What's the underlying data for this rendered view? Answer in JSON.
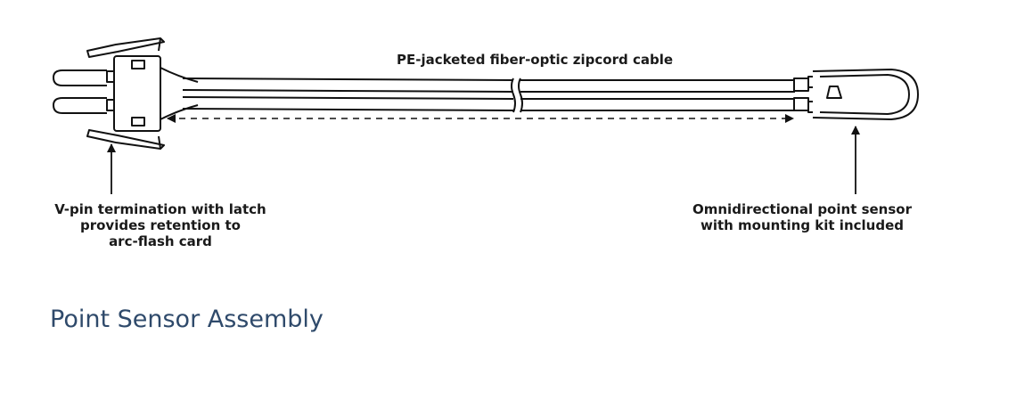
{
  "labels": {
    "cable": "PE-jacketed fiber-optic zipcord cable",
    "vpin": [
      "V-pin termination with latch",
      "provides retention to",
      "arc-flash card"
    ],
    "sensor": [
      "Omnidirectional point sensor",
      "with mounting kit included"
    ]
  },
  "caption": "Point Sensor Assembly",
  "colors": {
    "line": "#111111",
    "caption": "#2f4a6b"
  }
}
